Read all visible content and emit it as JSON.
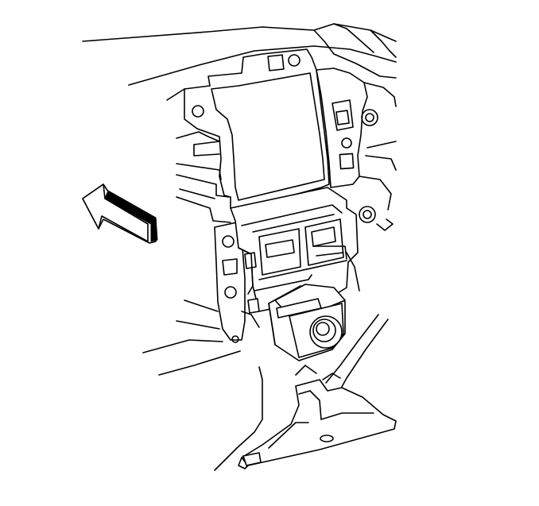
{
  "figure": {
    "type": "technical line drawing",
    "palette": {
      "line": "#000000",
      "background": "#ffffff"
    },
    "parts": [
      "instrument panel opening",
      "mounting bracket",
      "switch housing",
      "round push-button switch",
      "lower trim panel"
    ],
    "icon": "direction-arrow-icon"
  }
}
